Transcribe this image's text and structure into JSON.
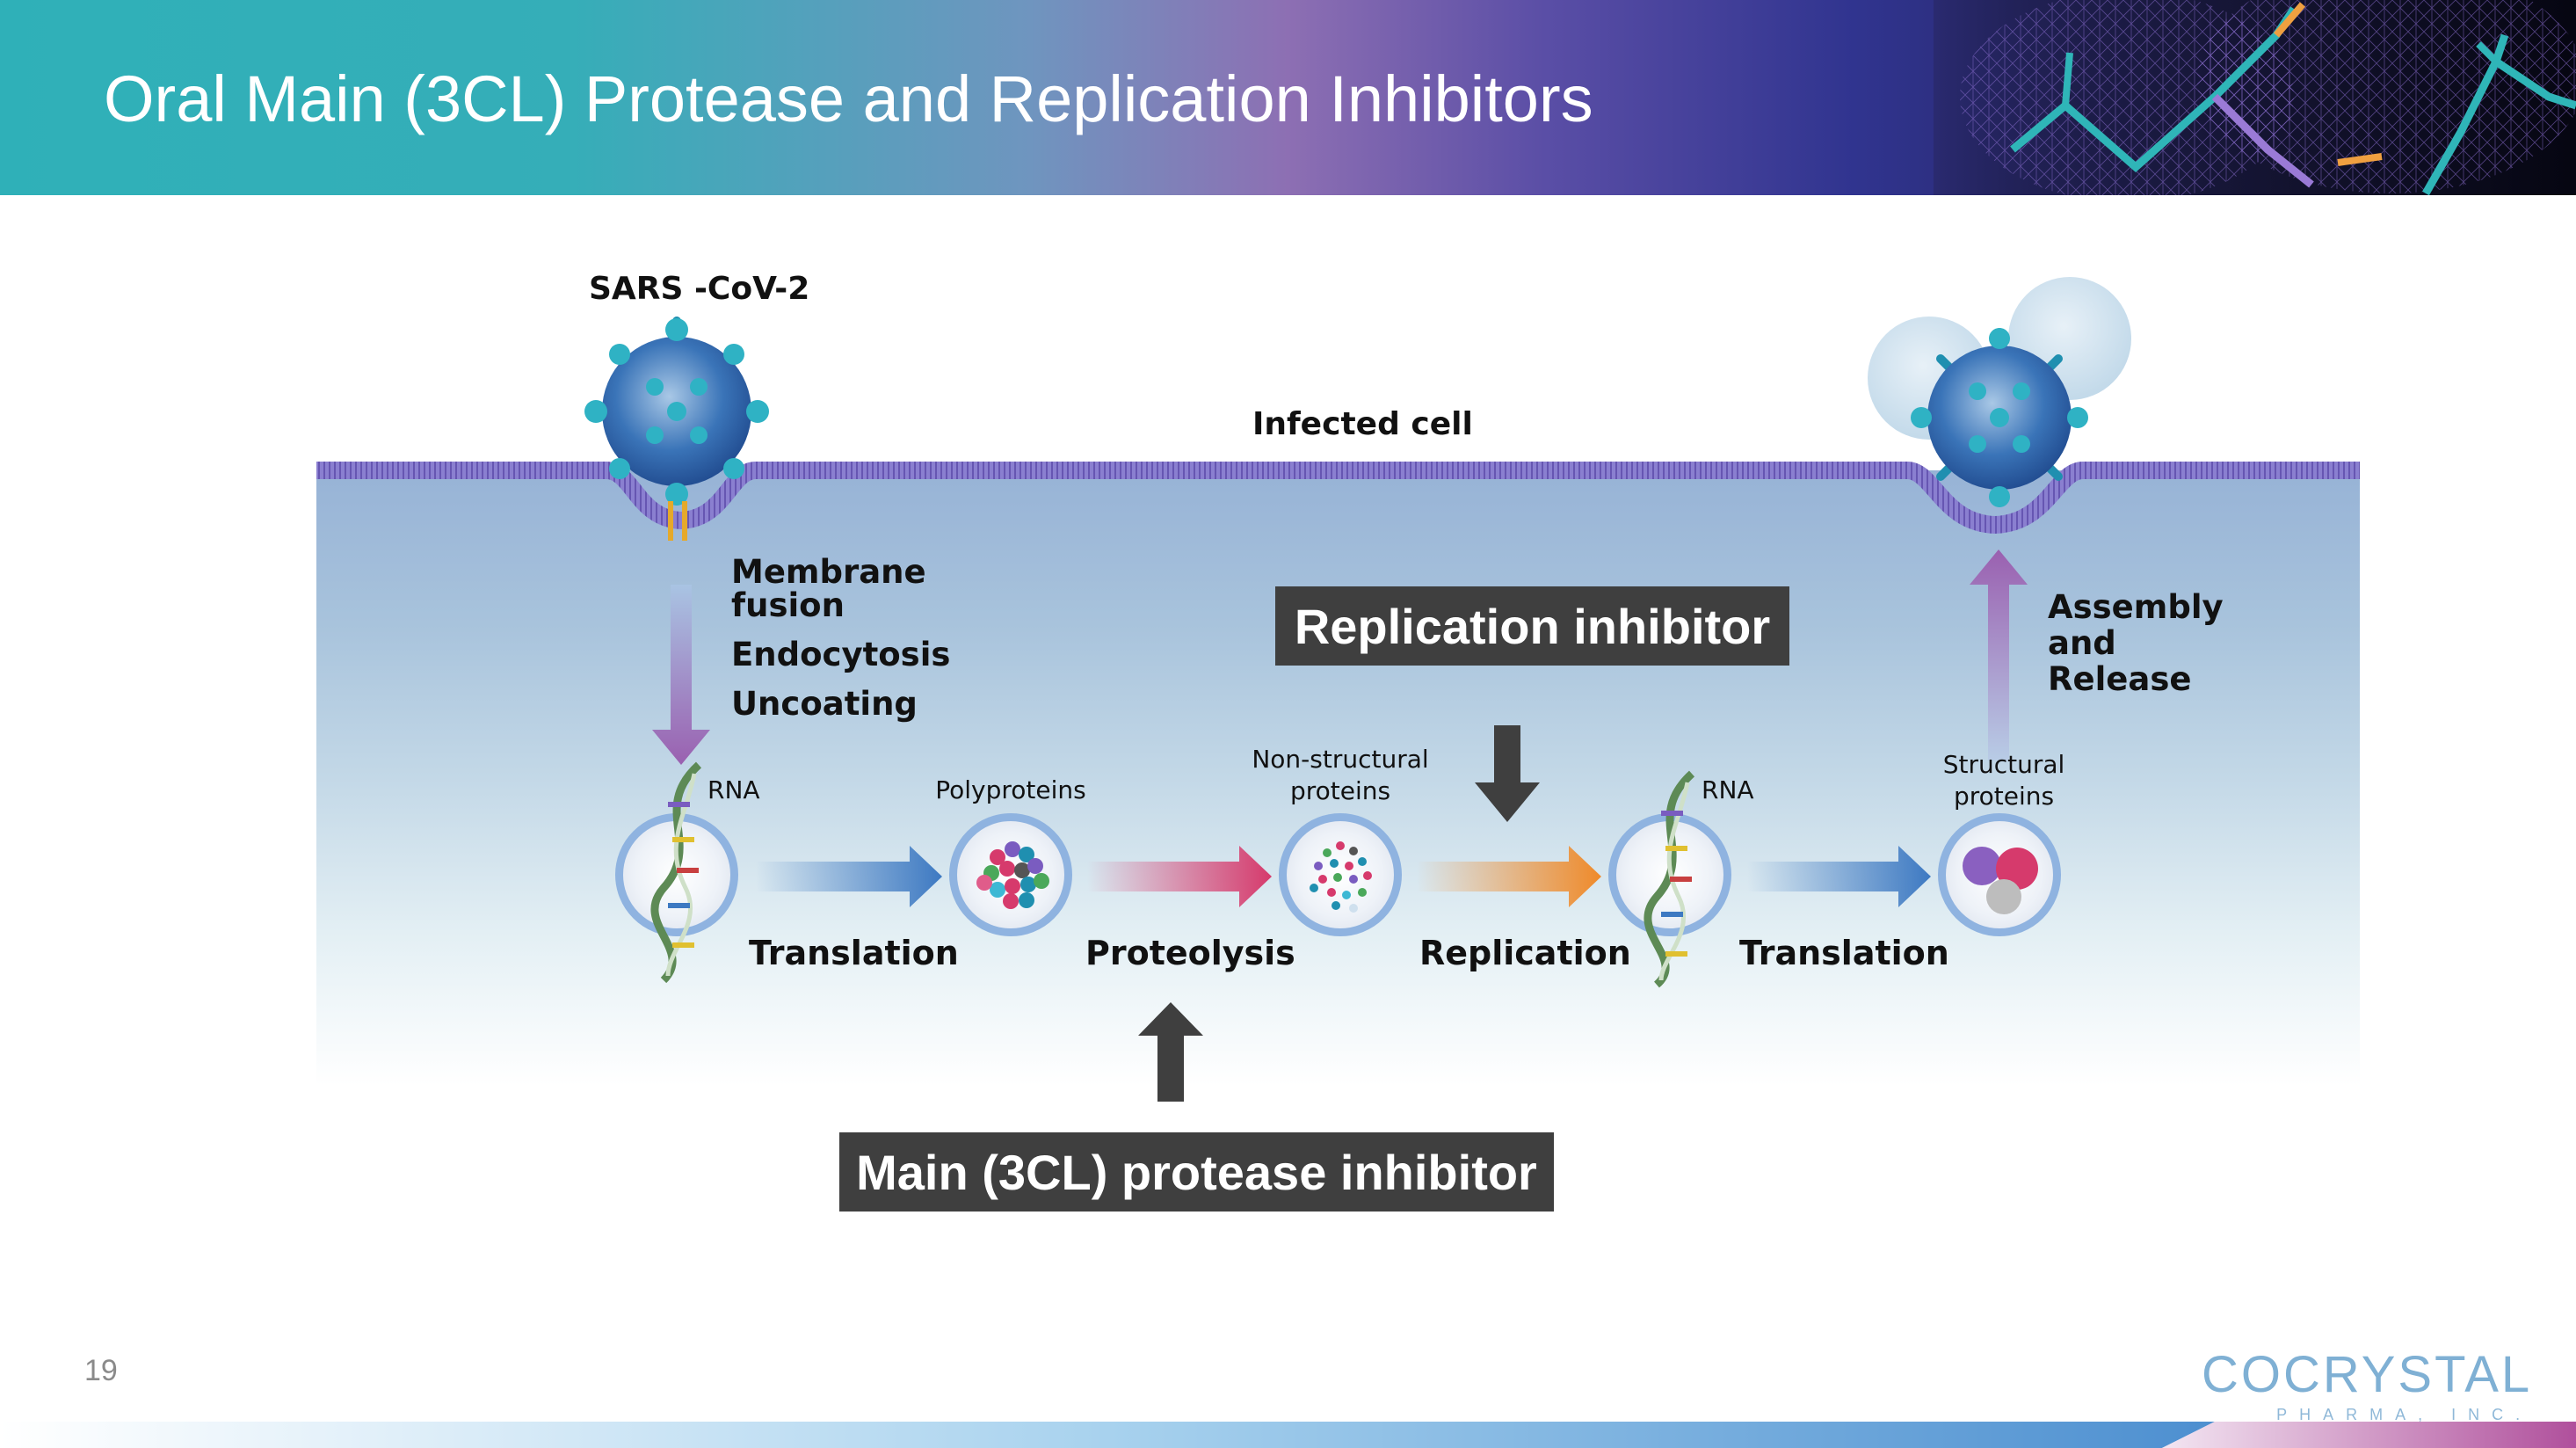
{
  "header": {
    "title": "Oral Main (3CL) Protease and Replication Inhibitors"
  },
  "diagram": {
    "virus_label": "SARS -CoV-2",
    "cell_label": "Infected cell",
    "entry_steps": [
      "Membrane",
      "fusion",
      "Endocytosis",
      "Uncoating"
    ],
    "exit_steps": [
      "Assembly",
      "and",
      "Release"
    ],
    "nodes": [
      {
        "label_lines": [
          "RNA"
        ],
        "kind": "rna"
      },
      {
        "label_lines": [
          "Polyproteins"
        ],
        "kind": "polyproteins"
      },
      {
        "label_lines": [
          "Non-structural",
          "proteins"
        ],
        "kind": "nsp"
      },
      {
        "label_lines": [
          "RNA"
        ],
        "kind": "rna"
      },
      {
        "label_lines": [
          "Structural",
          "proteins"
        ],
        "kind": "structural"
      }
    ],
    "transitions": [
      {
        "label": "Translation",
        "color": "#3d79c2"
      },
      {
        "label": "Proteolysis",
        "color": "#d63a6c"
      },
      {
        "label": "Replication",
        "color": "#ef8a2a"
      },
      {
        "label": "Translation",
        "color": "#3d79c2"
      }
    ],
    "inhibitors": {
      "replication": "Replication inhibitor",
      "protease": "Main (3CL) protease inhibitor",
      "color": "#3f3f3f"
    }
  },
  "footer": {
    "page_number": "19",
    "logo_name": "COCRYSTAL",
    "logo_sub": "PHARMA, INC."
  },
  "colors": {
    "header_teal": "#2fb0b8",
    "header_purple": "#8d6fb3",
    "header_navy": "#30348f",
    "membrane": "#7a6cc0",
    "bubble_ring": "#8fb3e0",
    "logo_blue": "#7fb0d4"
  }
}
